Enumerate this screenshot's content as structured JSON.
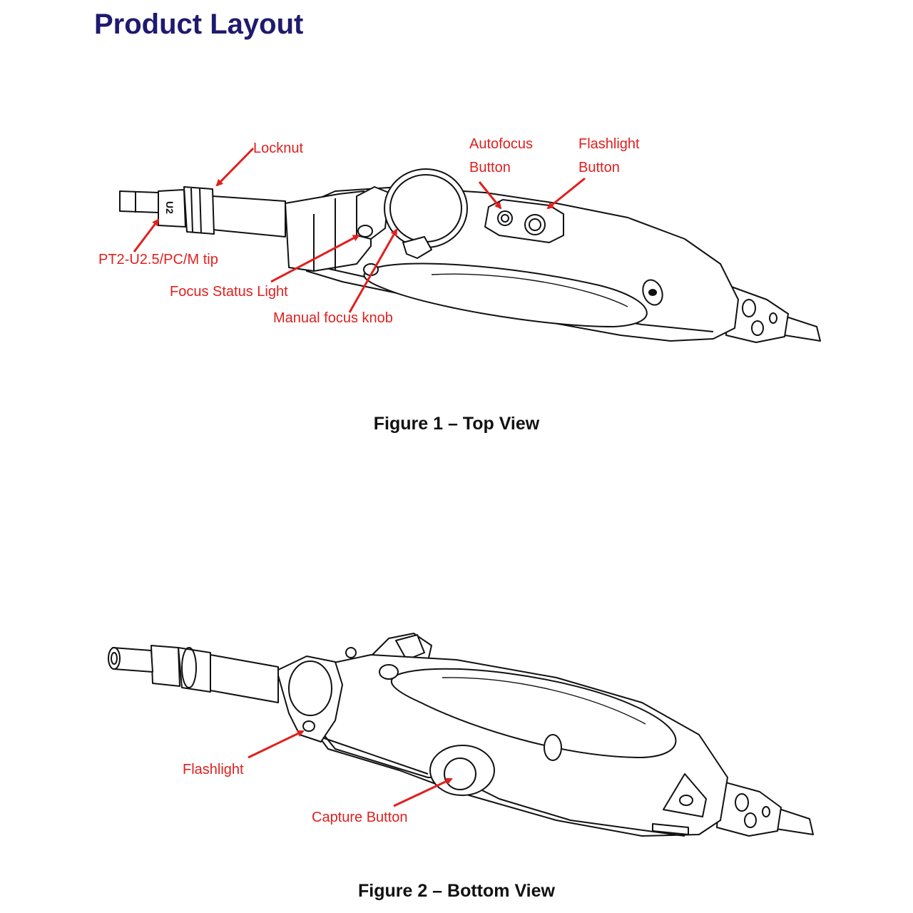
{
  "page": {
    "title": "Product Layout"
  },
  "figure1": {
    "caption": "Figure 1 – Top View",
    "callouts": {
      "locknut": "Locknut",
      "autofocus_line1": "Autofocus",
      "autofocus_line2": "Button",
      "flashlight_line1": "Flashlight",
      "flashlight_line2": "Button",
      "tip": "PT2-U2.5/PC/M tip",
      "focus_status_light": "Focus Status Light",
      "manual_focus_knob": "Manual focus knob"
    },
    "tip_marking": "U2"
  },
  "figure2": {
    "caption": "Figure 2 – Bottom View",
    "callouts": {
      "flashlight": "Flashlight",
      "capture_button": "Capture Button"
    }
  },
  "colors": {
    "title": "#1f1a6e",
    "callout": "#e0201e",
    "line_art": "#111111"
  }
}
